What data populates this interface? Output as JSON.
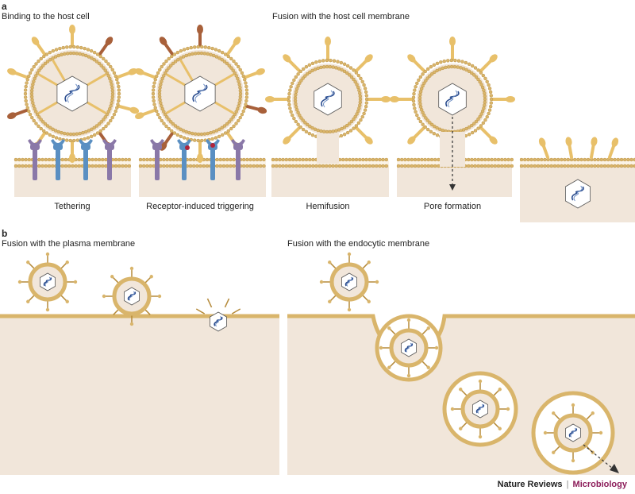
{
  "panel_a": {
    "letter": "a",
    "heading_binding": "Binding to the host cell",
    "heading_fusion": "Fusion with the host cell membrane",
    "stages": [
      "Tethering",
      "Receptor-induced triggering",
      "Hemifusion",
      "Pore formation"
    ]
  },
  "panel_b": {
    "letter": "b",
    "heading_plasma": "Fusion with the plasma membrane",
    "heading_endocytic": "Fusion with the endocytic membrane"
  },
  "credit": {
    "journal": "Nature Reviews",
    "separator": "|",
    "section": "Microbiology"
  },
  "colors": {
    "membrane": "#d9b56b",
    "membrane_dark": "#b58a3a",
    "cytoplasm": "#f1e6da",
    "capsid": "#ffffff",
    "glycoprotein": "#e8c06a",
    "glycoprotein_brown": "#a8603a",
    "receptor_purple": "#8a78a8",
    "receptor_blue": "#5a8fc2",
    "dna_blue": "#2a4c8e"
  }
}
